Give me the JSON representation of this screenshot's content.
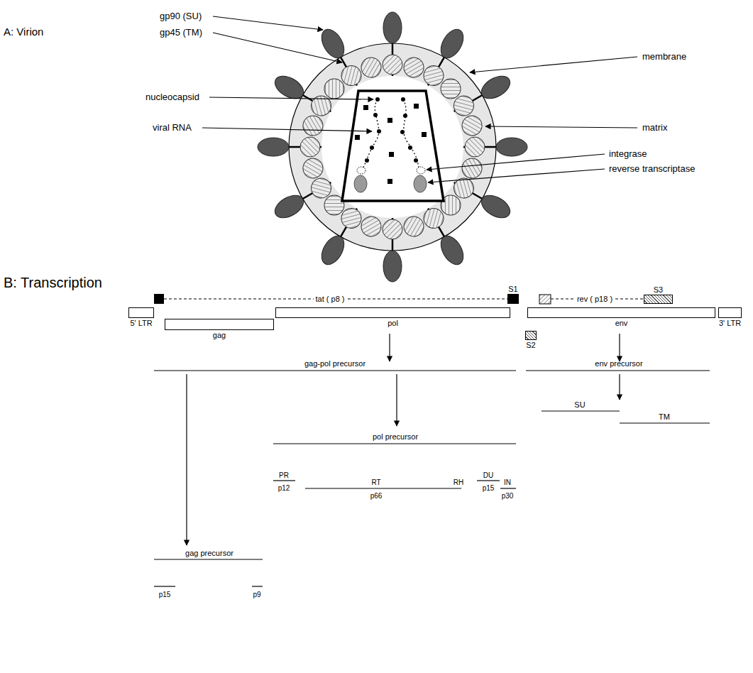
{
  "diagram": {
    "nodes": [
      {
        "text": [
          "S1"
        ]
      },
      {
        "text": [
          "S3"
        ]
      },
      {
        "text": [
          "5' LTR"
        ]
      },
      {
        "text": [
          "pol"
        ]
      },
      {
        "text": [
          "env"
        ]
      },
      {
        "text": [
          "3' LTR"
        ]
      },
      {
        "text": [
          "gag"
        ]
      },
      {
        "text": [
          "S2"
        ]
      }
    ],
    "labels": [
      "A: Virion",
      "gp90 (SU)",
      "gp45 (TM)",
      "membrane",
      "nucleocapsid",
      "matrix",
      "viral RNA",
      "integrase",
      "reverse transcriptase",
      "B: Transcription",
      "tat ( p8 )",
      "rev ( p18 )",
      "gag-pol precursor",
      "env precursor",
      "SU",
      "TM",
      "pol precursor",
      "PR",
      "RT",
      "RH",
      "DU",
      "IN",
      "p12",
      "p66",
      "p15",
      "p30",
      "gag precursor",
      "p15",
      "p9"
    ]
  }
}
